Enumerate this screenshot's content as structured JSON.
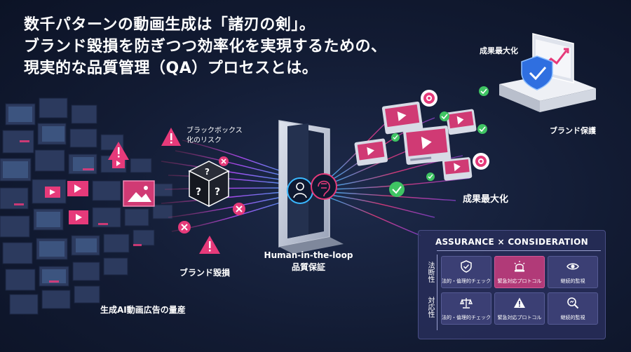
{
  "title": {
    "line1": "数千パターンの動画生成は「諸刃の剣」。",
    "line2": "ブランド毀損を防ぎつつ効率化を実現するための、",
    "line3": "現実的な品質管理（QA）プロセスとは。"
  },
  "labels": {
    "blackbox_risk_line1": "ブラックボックス",
    "blackbox_risk_line2": "化のリスク",
    "brand_damage": "ブランド毀損",
    "mass_production": "生成AI動画広告の量産",
    "hitl_line1": "Human-in-the-loop",
    "hitl_line2": "品質保証",
    "result_max_top": "成果最大化",
    "result_max_mid": "成果最大化",
    "brand_protection": "ブランド保護"
  },
  "qa_panel": {
    "header": "ASSURANCE × CONSIDERATION",
    "row_labels": [
      "法断性",
      "対応性"
    ],
    "cells": [
      {
        "caption": "法的・倫理的チェック",
        "icon": "shield-check-icon",
        "highlight": false
      },
      {
        "caption": "緊急対応プロトコル",
        "icon": "alarm-light-icon",
        "highlight": true
      },
      {
        "caption": "継続的監視",
        "icon": "eye-icon",
        "highlight": false
      },
      {
        "caption": "法的・倫理的チェック",
        "icon": "scale-icon",
        "highlight": false
      },
      {
        "caption": "緊急対応プロトコル",
        "icon": "warning-icon",
        "highlight": false
      },
      {
        "caption": "継続的監視",
        "icon": "magnifier-icon",
        "highlight": false
      }
    ]
  },
  "colors": {
    "accent_pink": "#e63a7a",
    "accent_cyan": "#3ab8ff",
    "accent_purple": "#8a4cff",
    "check_green": "#3fc463",
    "shield_blue": "#2f6fe0"
  }
}
